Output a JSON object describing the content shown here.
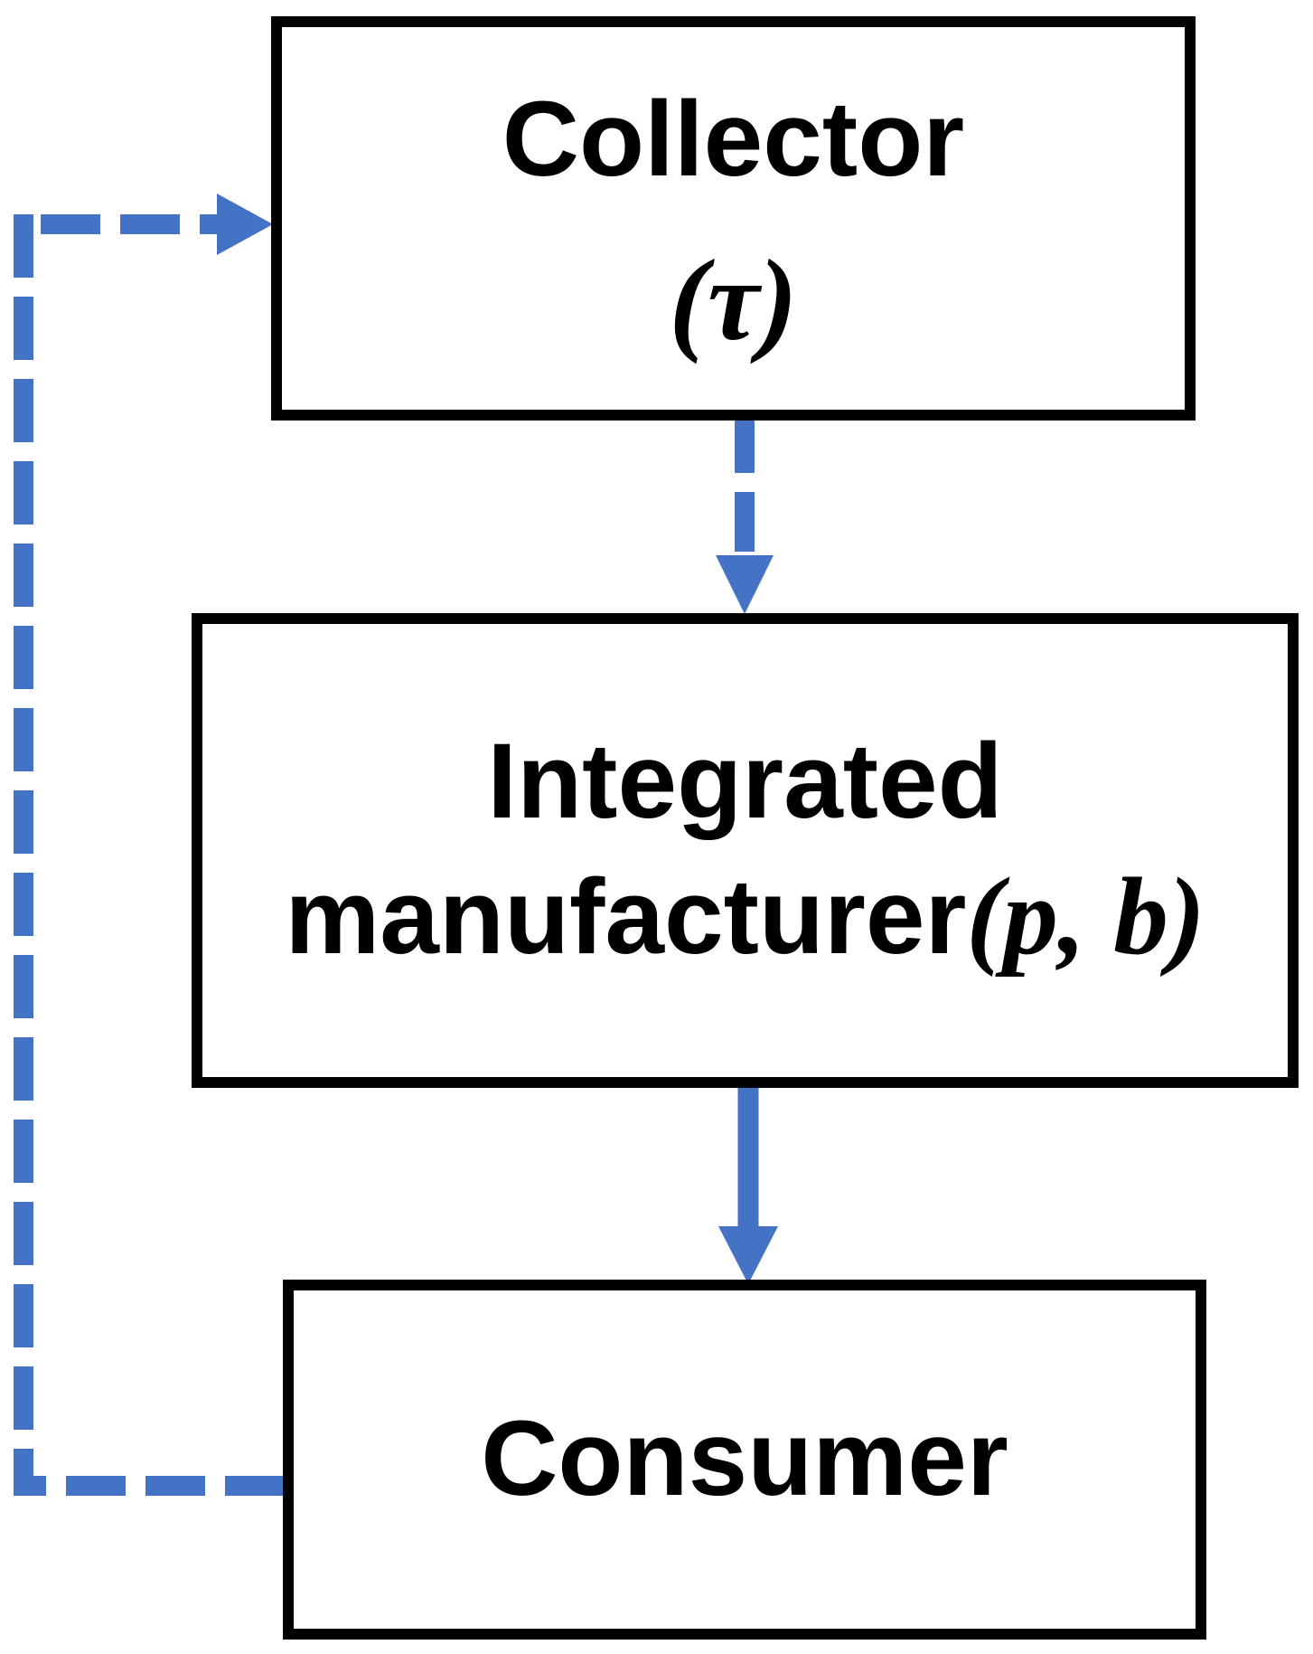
{
  "diagram": {
    "nodes": {
      "collector": {
        "title": "Collector",
        "param": "(τ)"
      },
      "manufacturer": {
        "title_line1": "Integrated",
        "title_line2": "manufacturer",
        "param": "(p, b)"
      },
      "consumer": {
        "title": "Consumer"
      }
    },
    "edges": [
      {
        "from": "collector",
        "to": "manufacturer",
        "style": "dashed",
        "direction": "down"
      },
      {
        "from": "manufacturer",
        "to": "consumer",
        "style": "solid",
        "direction": "down"
      },
      {
        "from": "consumer",
        "to": "collector",
        "style": "dashed",
        "direction": "left-up-right"
      }
    ],
    "colors": {
      "arrow_blue": "#4472C4",
      "border_black": "#000000"
    }
  }
}
